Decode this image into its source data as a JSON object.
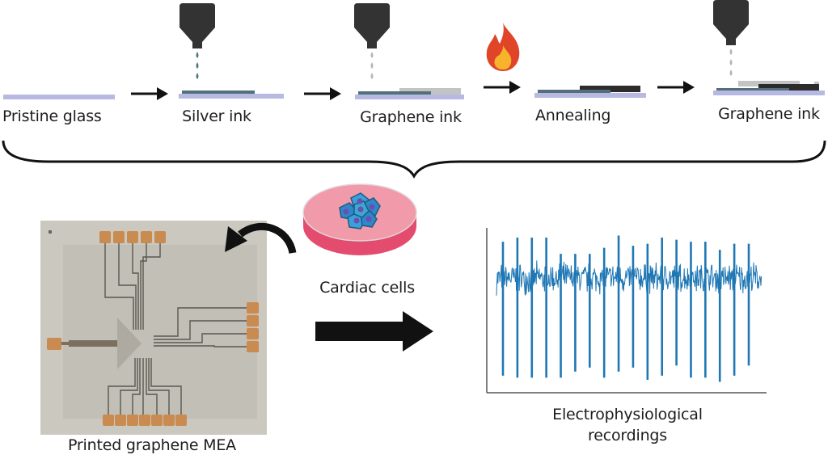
{
  "process_steps": [
    {
      "label": "Pristine glass",
      "layers": [
        "glass"
      ]
    },
    {
      "label": "Silver ink",
      "layers": [
        "glass",
        "silver"
      ],
      "printer": true,
      "droplet_color": "silver"
    },
    {
      "label": "Graphene ink",
      "layers": [
        "glass",
        "silver",
        "graphene_wet"
      ],
      "printer": true,
      "droplet_color": "graphene"
    },
    {
      "label": "Annealing",
      "layers": [
        "glass",
        "silver",
        "graphene_annealed"
      ],
      "heat": true
    },
    {
      "label": "Graphene ink",
      "layers": [
        "glass",
        "silver",
        "graphene_annealed",
        "graphene_wet"
      ],
      "printer": true,
      "droplet_color": "graphene"
    }
  ],
  "icons": {
    "step_arrow": "right-arrow-icon",
    "printer": "inkjet-nozzle-icon",
    "heat": "flame-icon",
    "brace": "curly-brace",
    "curved_arrow": "curved-arrow-icon",
    "big_arrow": "bold-right-arrow-icon"
  },
  "bottom": {
    "mea_label": "Printed graphene MEA",
    "cells_label": "Cardiac cells",
    "recordings_label_line1": "Electrophysiological",
    "recordings_label_line2": "recordings"
  },
  "mea": {
    "pads_top": 5,
    "pads_bottom": 7,
    "pads_right": 4,
    "pads_left": 1
  },
  "colors": {
    "glass": "#b7b9e3",
    "silver": "#52707a",
    "graphene_wet": "#c3c3c3",
    "graphene_annealed": "#2c2c2c",
    "nozzle": "#333333",
    "signal": "#1f77b4",
    "dish": "#e55a79",
    "flame_outer": "#e0452a",
    "flame_inner": "#f7b32b",
    "photo_bg": "#c9c6bd",
    "pad": "#c98b4f"
  },
  "chart_data": {
    "type": "line",
    "title": "",
    "xlabel": "",
    "ylabel": "",
    "description": "Extracellular field potential trace with periodic spikes",
    "spike_count": 18,
    "baseline": 0,
    "noise_amplitude": 0.3,
    "spike_up": [
      0.9,
      1.0,
      1.0,
      1.0,
      0.6,
      0.6,
      0.6,
      0.75,
      1.05,
      0.8,
      0.85,
      1.0,
      0.95,
      0.9,
      0.9,
      0.7,
      0.85,
      0.85
    ],
    "spike_down": [
      -2.4,
      -2.45,
      -2.45,
      -2.45,
      -2.45,
      -2.3,
      -2.2,
      -2.45,
      -2.3,
      -2.2,
      -2.5,
      -2.4,
      -2.15,
      -2.45,
      -2.45,
      -2.55,
      -2.4,
      -2.15
    ],
    "ylim": [
      -2.7,
      1.2
    ],
    "grid": false,
    "legend": "none"
  }
}
